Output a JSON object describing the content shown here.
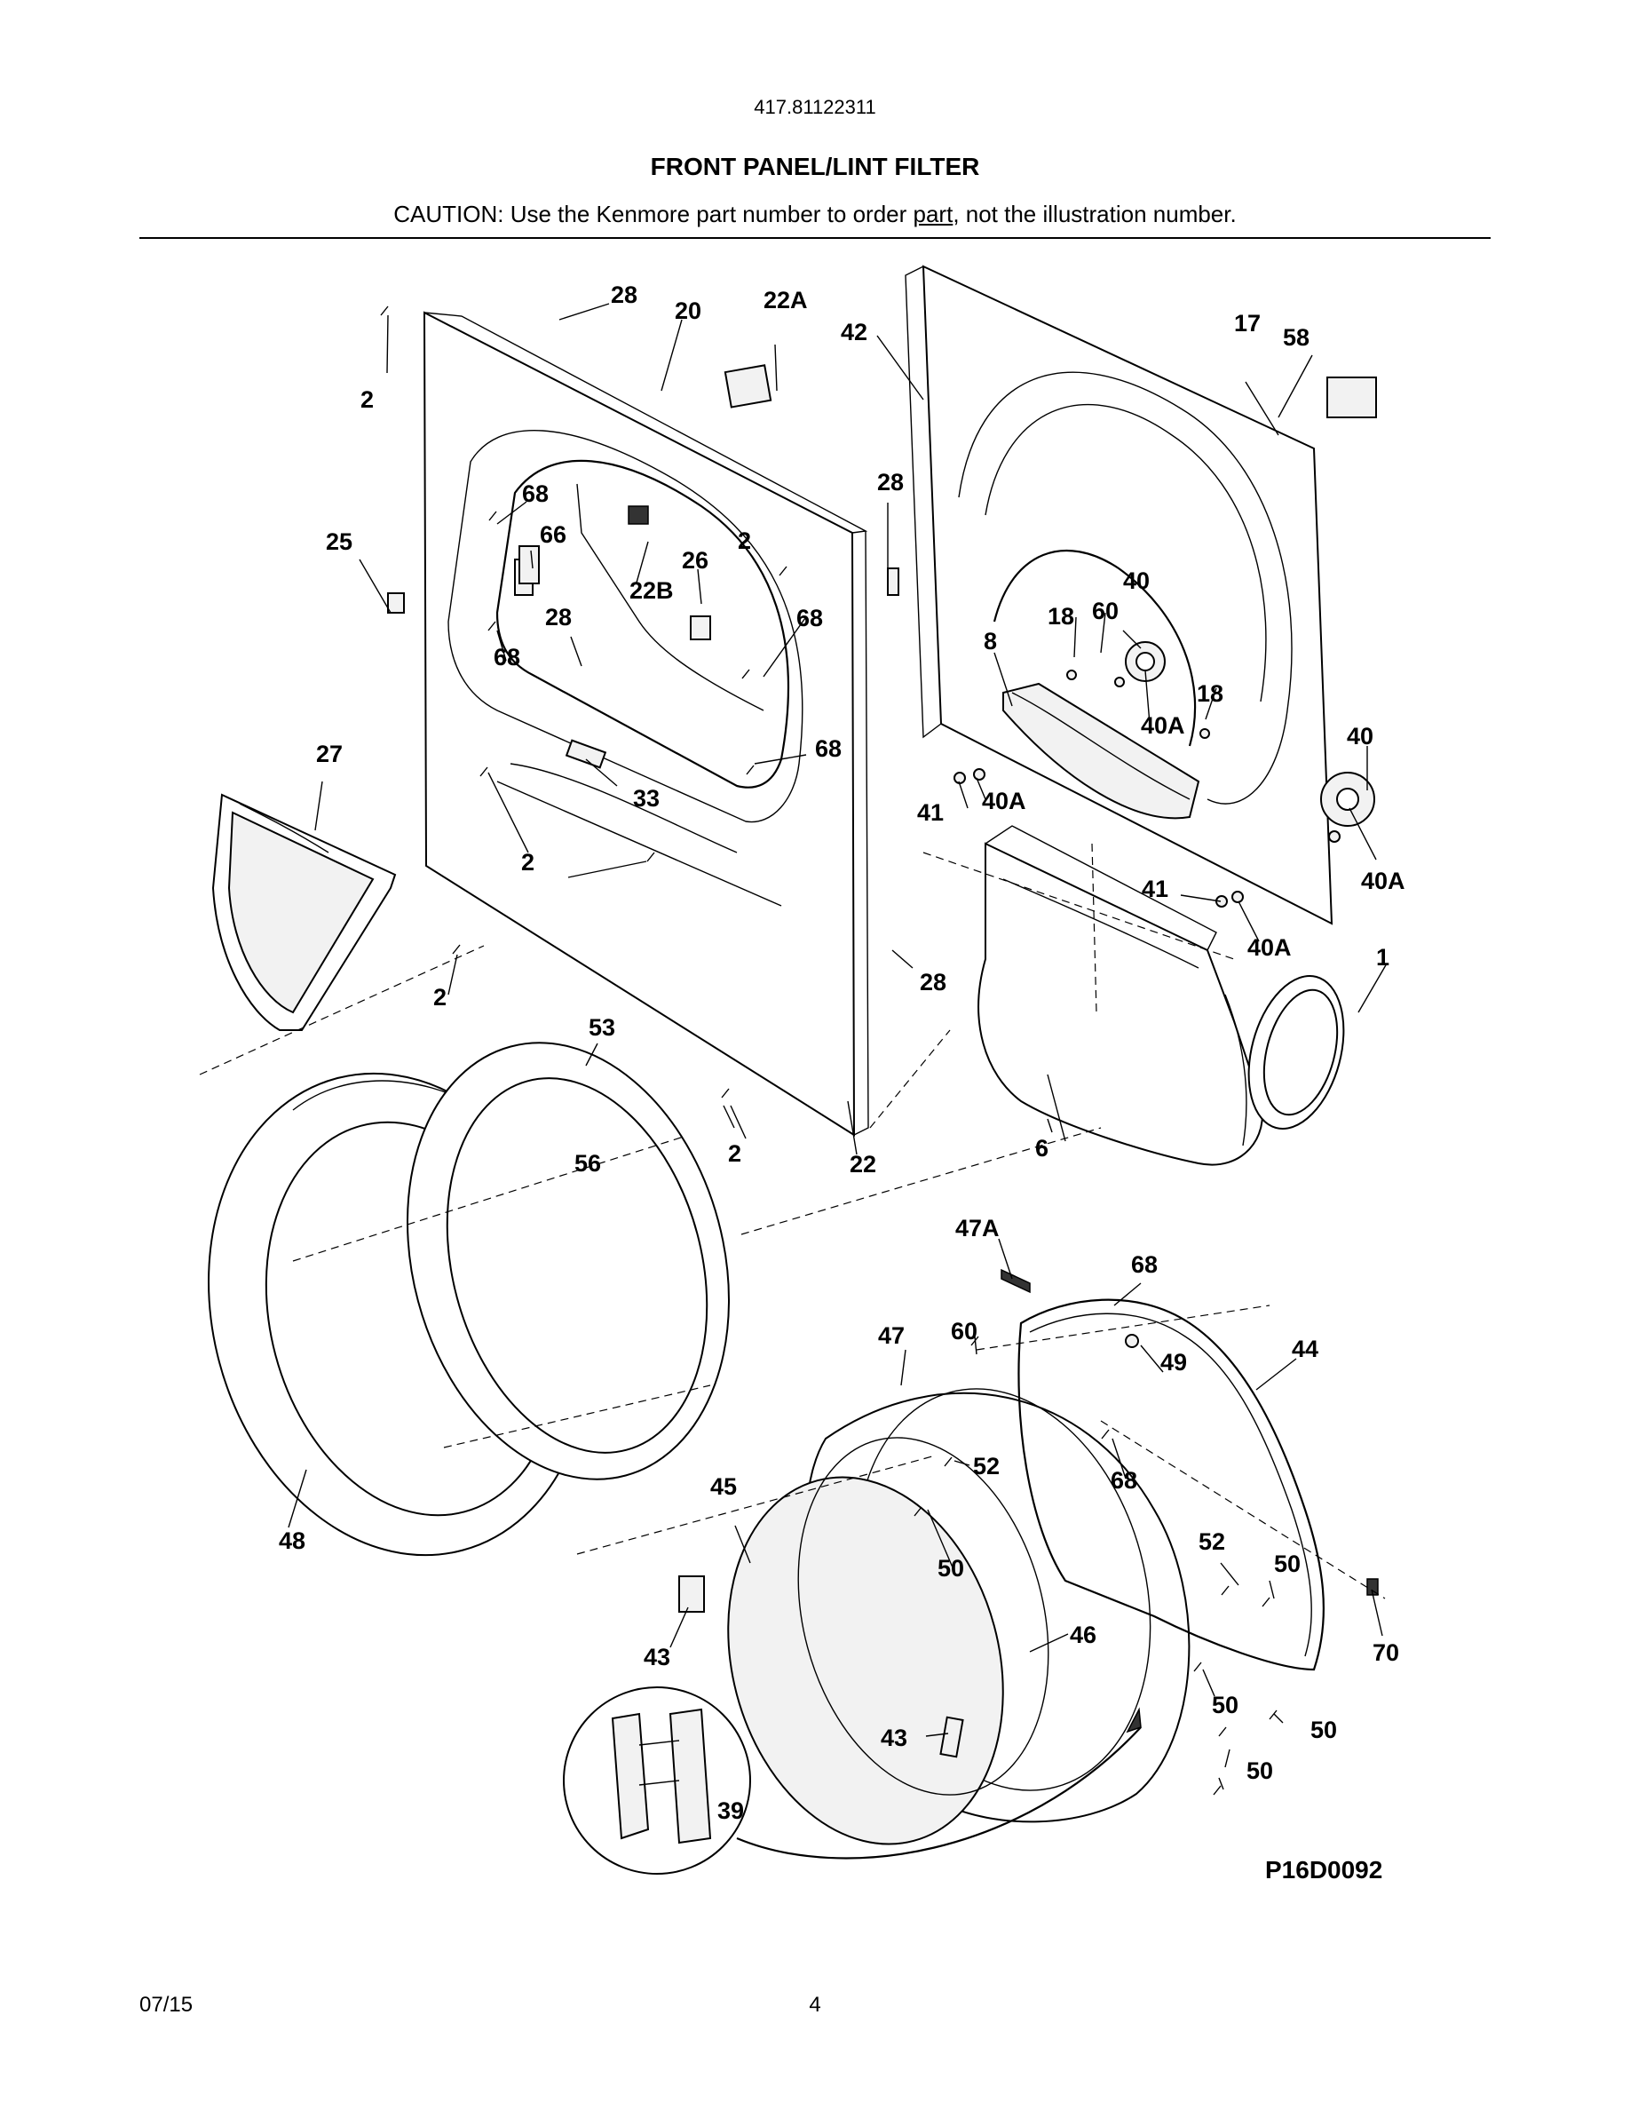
{
  "header": {
    "model_number": "417.81122311",
    "title": "FRONT PANEL/LINT FILTER",
    "caution_prefix": "CAUTION: Use the Kenmore part number to order ",
    "caution_underlined": "part",
    "caution_suffix": ", not the illustration number."
  },
  "diagram": {
    "code": "P16D0092",
    "callouts": {
      "c28a": "28",
      "c20": "20",
      "c22A": "22A",
      "c42": "42",
      "c58": "58",
      "c17": "17",
      "c2a": "2",
      "c68a": "68",
      "c66": "66",
      "c25": "25",
      "c2b": "2",
      "c26": "26",
      "c28b": "28",
      "c22B": "22B",
      "c68b": "68",
      "c28c": "28",
      "c68c": "68",
      "c68d": "68",
      "c27": "27",
      "c33": "33",
      "c2c": "2",
      "c2d": "2",
      "c28d": "28",
      "c53": "53",
      "c2e": "2",
      "c22": "22",
      "c56": "56",
      "c40a": "40",
      "c18a": "18",
      "c60a": "60",
      "c8": "8",
      "c18b": "18",
      "c40Aa": "40A",
      "c41a": "41",
      "c40Ab": "40A",
      "c40b": "40",
      "c40Ac": "40A",
      "c41b": "41",
      "c40Ad": "40A",
      "c1": "1",
      "c6": "6",
      "c47A": "47A",
      "c68e": "68",
      "c47": "47",
      "c60b": "60",
      "c49": "49",
      "c44": "44",
      "c52a": "52",
      "c68f": "68",
      "c45": "45",
      "c48": "48",
      "c50a": "50",
      "c52b": "52",
      "c50b": "50",
      "c46": "46",
      "c43a": "43",
      "c70": "70",
      "c50c": "50",
      "c50d": "50",
      "c43b": "43",
      "c50e": "50",
      "c39": "39"
    }
  },
  "footer": {
    "date": "07/15",
    "page": "4"
  }
}
